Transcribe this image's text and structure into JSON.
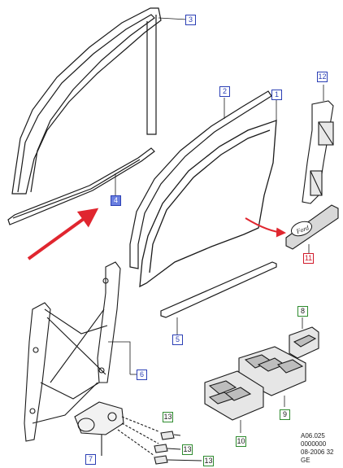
{
  "diagram": {
    "callouts": [
      {
        "id": "c3",
        "label": "3",
        "style": "blue"
      },
      {
        "id": "c2",
        "label": "2",
        "style": "blue"
      },
      {
        "id": "c1",
        "label": "1",
        "style": "blue"
      },
      {
        "id": "c12",
        "label": "12",
        "style": "blue"
      },
      {
        "id": "c4",
        "label": "4",
        "style": "filled"
      },
      {
        "id": "c11",
        "label": "11",
        "style": "red"
      },
      {
        "id": "c5",
        "label": "5",
        "style": "blue"
      },
      {
        "id": "c8",
        "label": "8",
        "style": "green"
      },
      {
        "id": "c6",
        "label": "6",
        "style": "blue"
      },
      {
        "id": "c9",
        "label": "9",
        "style": "green"
      },
      {
        "id": "c13a",
        "label": "13",
        "style": "green"
      },
      {
        "id": "c13b",
        "label": "13",
        "style": "green"
      },
      {
        "id": "c13c",
        "label": "13",
        "style": "green"
      },
      {
        "id": "c10",
        "label": "10",
        "style": "green"
      },
      {
        "id": "c7",
        "label": "7",
        "style": "blue"
      }
    ],
    "reference": {
      "line1": "A06.025",
      "line2": "0000000",
      "line3": "08-2006 32",
      "line4": "GE"
    },
    "colors": {
      "line": "#1a1a1a",
      "callout_blue": "#2b3fb5",
      "callout_green": "#2e8b2e",
      "callout_red": "#d11a2a",
      "arrow_red": "#e0262f"
    }
  }
}
